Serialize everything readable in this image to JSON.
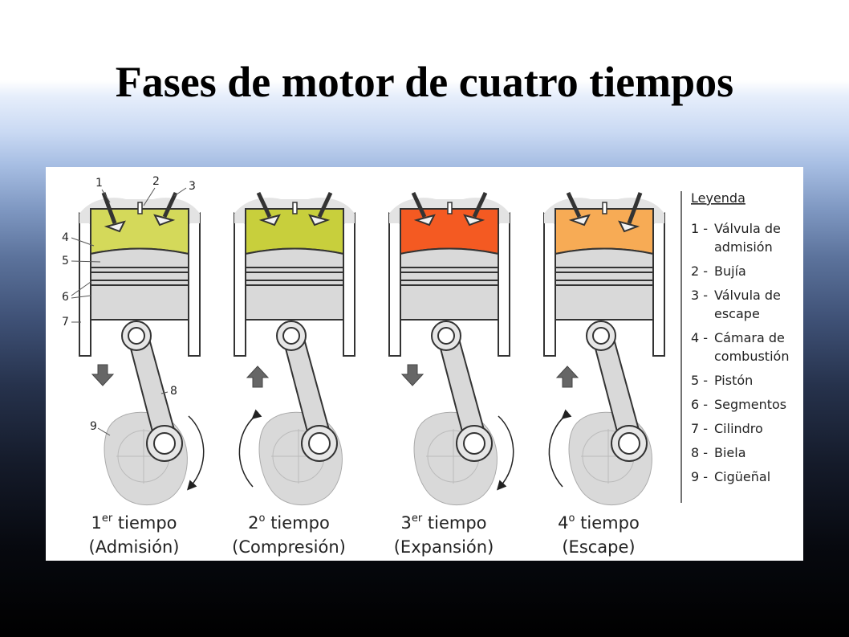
{
  "slide": {
    "title": "Fases de motor de cuatro tiempos"
  },
  "diagram": {
    "legend_title": "Leyenda",
    "legend_items": [
      [
        "1 -",
        "Válvula de",
        "admisión"
      ],
      [
        "2 -",
        "Bujía"
      ],
      [
        "3 -",
        "Válvula de",
        "escape"
      ],
      [
        "4 -",
        "Cámara de",
        "combustión"
      ],
      [
        "5 -",
        "Pistón"
      ],
      [
        "6 -",
        "Segmentos"
      ],
      [
        "7 -",
        "Cilindro"
      ],
      [
        "8 -",
        "Biela"
      ],
      [
        "9 -",
        "Cigüeñal"
      ]
    ],
    "callouts": [
      "1",
      "2",
      "3",
      "4",
      "5",
      "6",
      "7",
      "8",
      "9"
    ],
    "phases": [
      {
        "num": "1",
        "sup": "er",
        "word": "tiempo",
        "name": "(Admisión)",
        "chamber_color": "#d4d95a",
        "piston": "down",
        "crank": "cw",
        "valves": "intake-open"
      },
      {
        "num": "2",
        "sup": "o",
        "word": "tiempo",
        "name": "(Compresión)",
        "chamber_color": "#c8cf3c",
        "piston": "up",
        "crank": "ccw",
        "valves": "closed"
      },
      {
        "num": "3",
        "sup": "er",
        "word": "tiempo",
        "name": "(Expansión)",
        "chamber_color": "#f45a22",
        "piston": "down",
        "crank": "cw",
        "valves": "closed"
      },
      {
        "num": "4",
        "sup": "o",
        "word": "tiempo",
        "name": "(Escape)",
        "chamber_color": "#f7ab55",
        "piston": "up",
        "crank": "ccw",
        "valves": "exhaust-open"
      }
    ],
    "colors": {
      "cylinder": "#ffffff",
      "metal": "#d9d9d9",
      "outline": "#333333",
      "arrow": "#666666"
    }
  }
}
